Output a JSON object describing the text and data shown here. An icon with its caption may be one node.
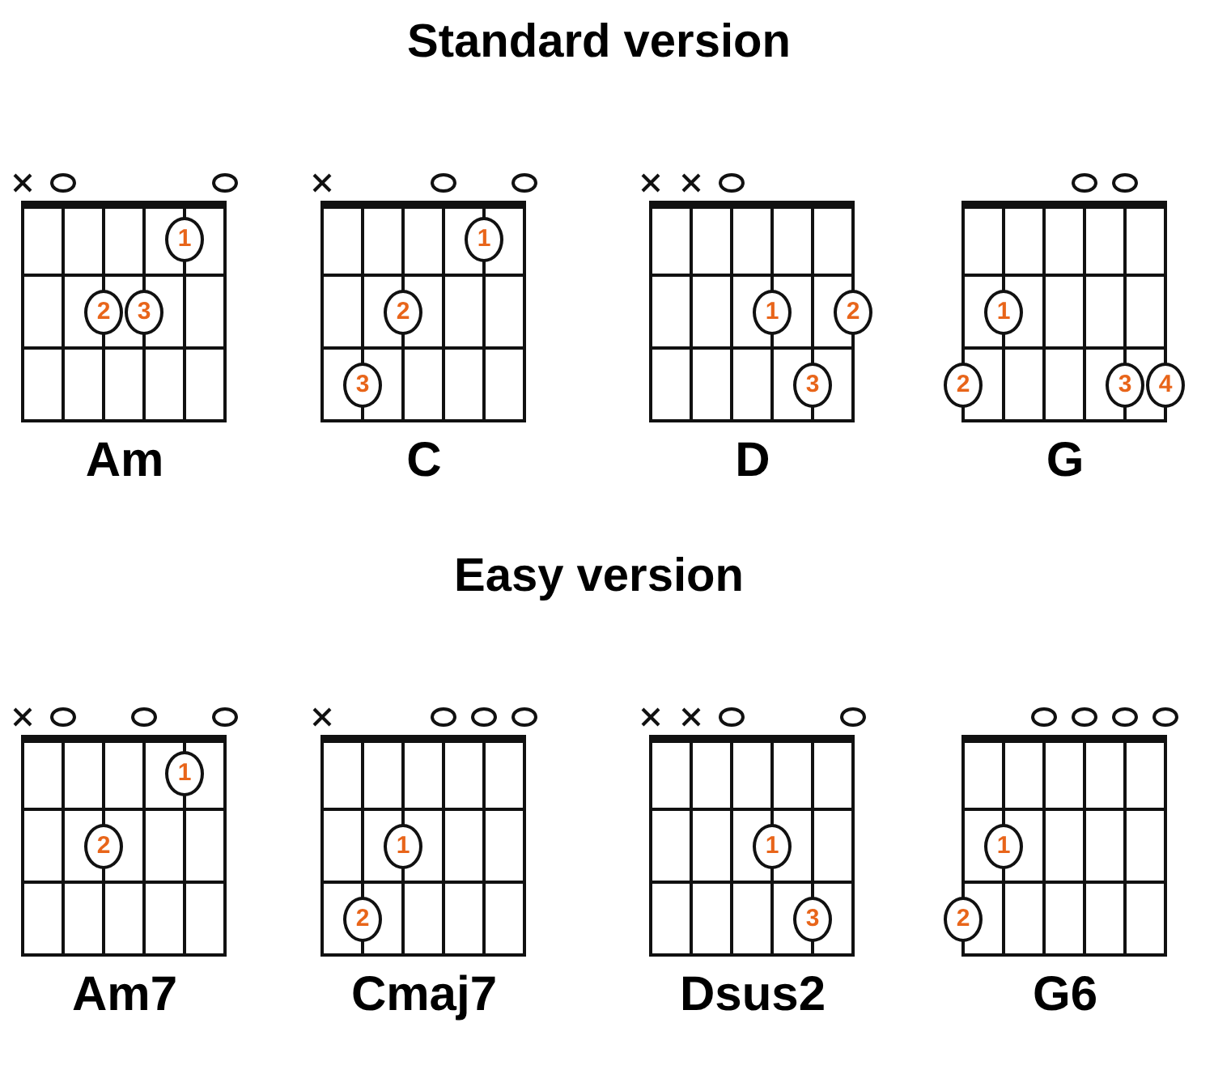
{
  "diagram": {
    "nodes": [
      {
        "text": [
          "Am"
        ]
      },
      {
        "text": [
          "1"
        ],
        "in": 0
      },
      {
        "text": [
          "2"
        ],
        "in": 0
      },
      {
        "text": [
          "3"
        ],
        "in": 0
      },
      {
        "text": [
          "C"
        ]
      },
      {
        "text": [
          "1"
        ],
        "in": 4
      },
      {
        "text": [
          "2"
        ],
        "in": 4
      },
      {
        "text": [
          "3"
        ],
        "in": 4
      },
      {
        "text": [
          "D"
        ]
      },
      {
        "text": [
          "1"
        ],
        "in": 8
      },
      {
        "text": [
          "2"
        ],
        "in": 8
      },
      {
        "text": [
          "3"
        ],
        "in": 8
      },
      {
        "text": [
          "G"
        ]
      },
      {
        "text": [
          "1"
        ],
        "in": 12
      },
      {
        "text": [
          "2"
        ],
        "in": 12
      },
      {
        "text": [
          "3"
        ],
        "in": 12
      },
      {
        "text": [
          "4"
        ],
        "in": 12
      },
      {
        "text": [
          "Am7"
        ]
      },
      {
        "text": [
          "1"
        ],
        "in": 17
      },
      {
        "text": [
          "2"
        ],
        "in": 17
      },
      {
        "text": [
          "Cmaj7"
        ]
      },
      {
        "text": [
          "1"
        ],
        "in": 20
      },
      {
        "text": [
          "2"
        ],
        "in": 20
      },
      {
        "text": [
          "Dsus2"
        ]
      },
      {
        "text": [
          "1"
        ],
        "in": 23
      },
      {
        "text": [
          "3"
        ],
        "in": 23
      },
      {
        "text": [
          "G6"
        ]
      },
      {
        "text": [
          "1"
        ],
        "in": 26
      },
      {
        "text": [
          "2"
        ],
        "in": 26
      }
    ],
    "labels": [
      "Standard version",
      "Easy version"
    ]
  }
}
